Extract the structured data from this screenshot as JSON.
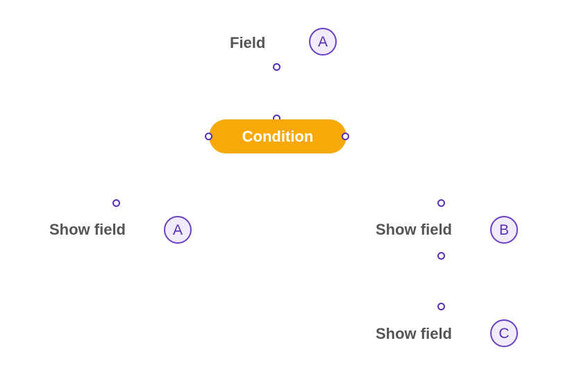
{
  "nodes": {
    "field": {
      "label": "Field",
      "badge": "A"
    },
    "condition": {
      "label": "Condition"
    },
    "show_field_a": {
      "label": "Show field",
      "badge": "A"
    },
    "show_field_b": {
      "label": "Show field",
      "badge": "B"
    },
    "show_field_c": {
      "label": "Show field",
      "badge": "C"
    }
  },
  "colors": {
    "condition_fill": "#f7a90a",
    "accent_purple": "#5a2fb8",
    "badge_fill": "#f1ecfb",
    "label_text": "#555555"
  }
}
